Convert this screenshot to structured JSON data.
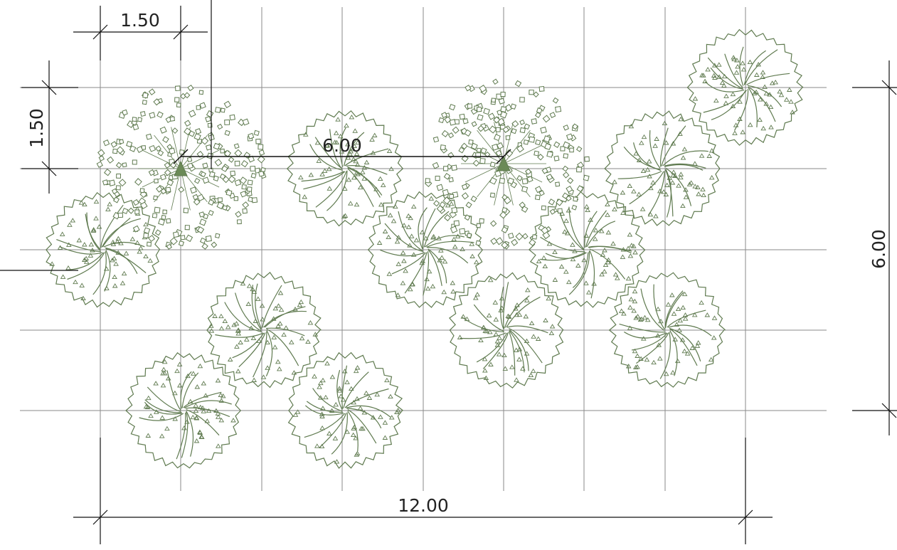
{
  "drawing": {
    "colors": {
      "grid": "#8a8a8a",
      "dimension": "#111111",
      "tree": "#5f7a4f",
      "tree_fill": "#6b8a57",
      "background": "#ffffff"
    },
    "grid_spacing_label": "1.50",
    "dimensions": {
      "top_spacing": "1.50",
      "left_spacing": "1.50",
      "tree_distance": "6.00",
      "right_height": "6.00",
      "bottom_width": "12.00"
    },
    "tree_symbols": {
      "broadleaf_canopy": "broadleaf-tree-icon",
      "scattered_canopy": "scattered-canopy-tree-icon"
    }
  }
}
